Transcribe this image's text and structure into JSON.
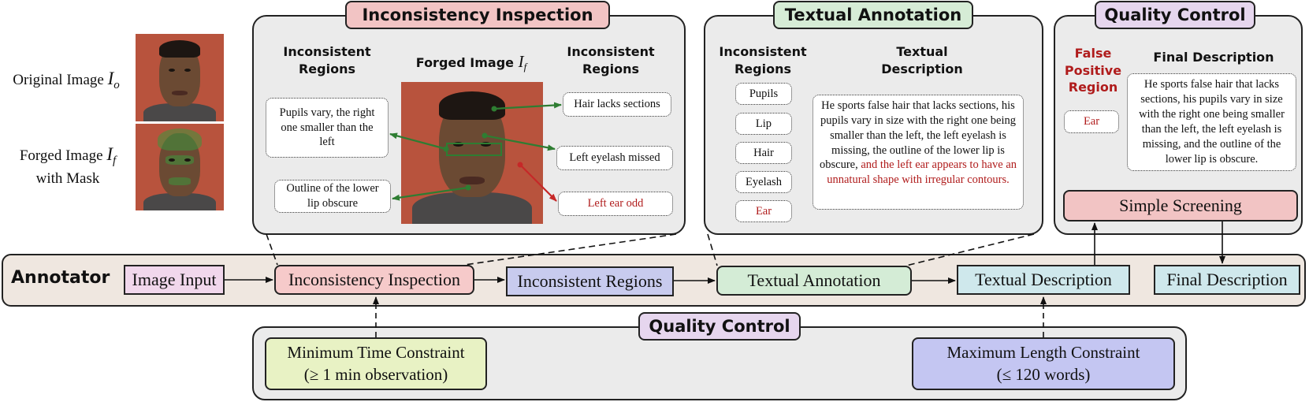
{
  "left": {
    "original_label": "Original Image",
    "original_symbol": "I",
    "original_sub": "o",
    "forged_label": "Forged Image",
    "forged_symbol": "I",
    "forged_sub": "f",
    "forged_label2": "with Mask"
  },
  "inspection": {
    "title": "Inconsistency Inspection",
    "hdr_left": "Inconsistent Regions",
    "hdr_center": "Forged Image",
    "hdr_center_symbol": "I",
    "hdr_center_sub": "f",
    "hdr_right": "Inconsistent Regions",
    "box_pupils": "Pupils vary, the right one smaller than the left",
    "box_lip": "Outline of the lower lip obscure",
    "box_hair": "Hair lacks sections",
    "box_eyelash": "Left eyelash missed",
    "box_ear": "Left ear odd"
  },
  "annotation": {
    "title": "Textual Annotation",
    "hdr_regions": "Inconsistent Regions",
    "hdr_desc": "Textual Description",
    "regions": [
      "Pupils",
      "Lip",
      "Hair",
      "Eyelash",
      "Ear"
    ],
    "desc_black": "He sports false hair that lacks sections, his pupils vary in size with the right one being smaller than the left, the left eyelash is missing, the outline of the lower lip is obscure,",
    "desc_red": "and the left ear appears to have an unnatural shape with irregular contours."
  },
  "qc_top": {
    "title": "Quality Control",
    "hdr_fp": "False Positive Region",
    "hdr_final": "Final Description",
    "fp_region": "Ear",
    "final_text": "He sports false hair that lacks sections, his pupils vary in size with the right one being smaller than the left, the left eyelash is missing, and the outline of the lower lip is obscure.",
    "screening": "Simple Screening"
  },
  "pipeline": {
    "label": "Annotator",
    "steps": [
      "Image Input",
      "Inconsistency Inspection",
      "Inconsistent Regions",
      "Textual Annotation",
      "Textual Description",
      "Final Description"
    ]
  },
  "qc_bottom": {
    "title": "Quality Control",
    "min_line1": "Minimum Time Constraint",
    "min_line2": "(≥ 1 min observation)",
    "max_line1": "Maximum Length Constraint",
    "max_line2": "(≤ 120 words)"
  },
  "colors": {
    "pink": "#f2c4c4",
    "green": "#d6ecd6",
    "lavender": "#e6d6ee",
    "pipeline_bg": "#efe7e0",
    "step_input": "#f1d7ec",
    "step_inspection": "#f6caca",
    "step_regions": "#c8cbee",
    "step_annotation": "#d4ecd6",
    "step_desc": "#cfe8ec",
    "step_final": "#cfe8ec",
    "min_box": "#e8f2c4",
    "max_box": "#c4c6f2",
    "screening": "#f2c4c4",
    "arrow_green": "#2e7d32",
    "arrow_red": "#c62828"
  }
}
